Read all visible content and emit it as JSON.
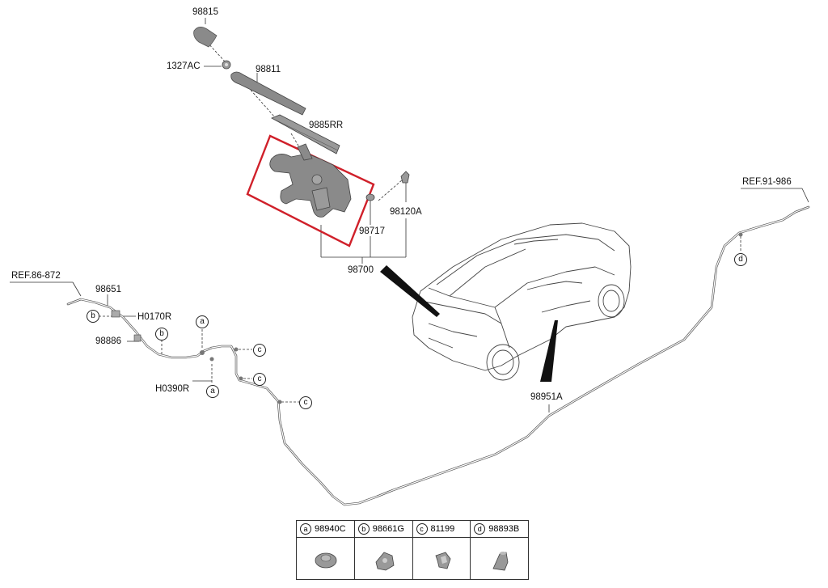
{
  "parts": {
    "p98815": "98815",
    "p1327AC": "1327AC",
    "p98811": "98811",
    "p9885RR": "9885RR",
    "p98120A": "98120A",
    "p98717": "98717",
    "p98700": "98700",
    "p98651": "98651",
    "pH0170R": "H0170R",
    "p98886": "98886",
    "pH0390R": "H0390R",
    "p98951A": "98951A"
  },
  "refs": {
    "ref_left": "REF.86-872",
    "ref_right": "REF.91-986"
  },
  "callouts": {
    "a": "a",
    "b": "b",
    "c": "c",
    "d": "d"
  },
  "legend": [
    {
      "letter": "a",
      "part": "98940C"
    },
    {
      "letter": "b",
      "part": "98661G"
    },
    {
      "letter": "c",
      "part": "81199"
    },
    {
      "letter": "d",
      "part": "98893B"
    }
  ],
  "colors": {
    "highlight_box": "#d0202a",
    "line": "#222222",
    "part_fill": "#8a8a8a"
  }
}
